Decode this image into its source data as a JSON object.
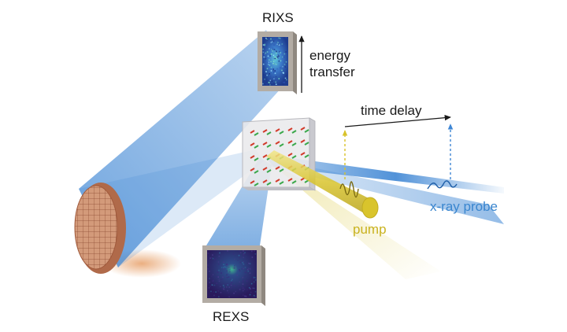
{
  "labels": {
    "rixs": "RIXS",
    "energy_transfer_line1": "energy",
    "energy_transfer_line2": "transfer",
    "time_delay": "time delay",
    "pump": "pump",
    "xray_probe": "x-ray probe",
    "rexs": "REXS"
  },
  "colors": {
    "xray_beam": "#3e86d4",
    "pump_beam": "#d8c229",
    "pump_label": "#c9b21e",
    "probe_label": "#3a86cf",
    "text": "#1a1a1a",
    "detector_frame": "#b3aca4",
    "detector_dark": "#2a1a5c",
    "analyzer_rim": "#b06a4a",
    "analyzer_face": "#d39a7a",
    "sample_face": "#e9e9ec"
  },
  "icons": {
    "energy_arrow": "arrow-up-icon",
    "time_arrow": "arrow-right-icon",
    "pump_marker": "dashed-arrow-up-icon",
    "probe_marker": "dashed-arrow-up-icon"
  }
}
